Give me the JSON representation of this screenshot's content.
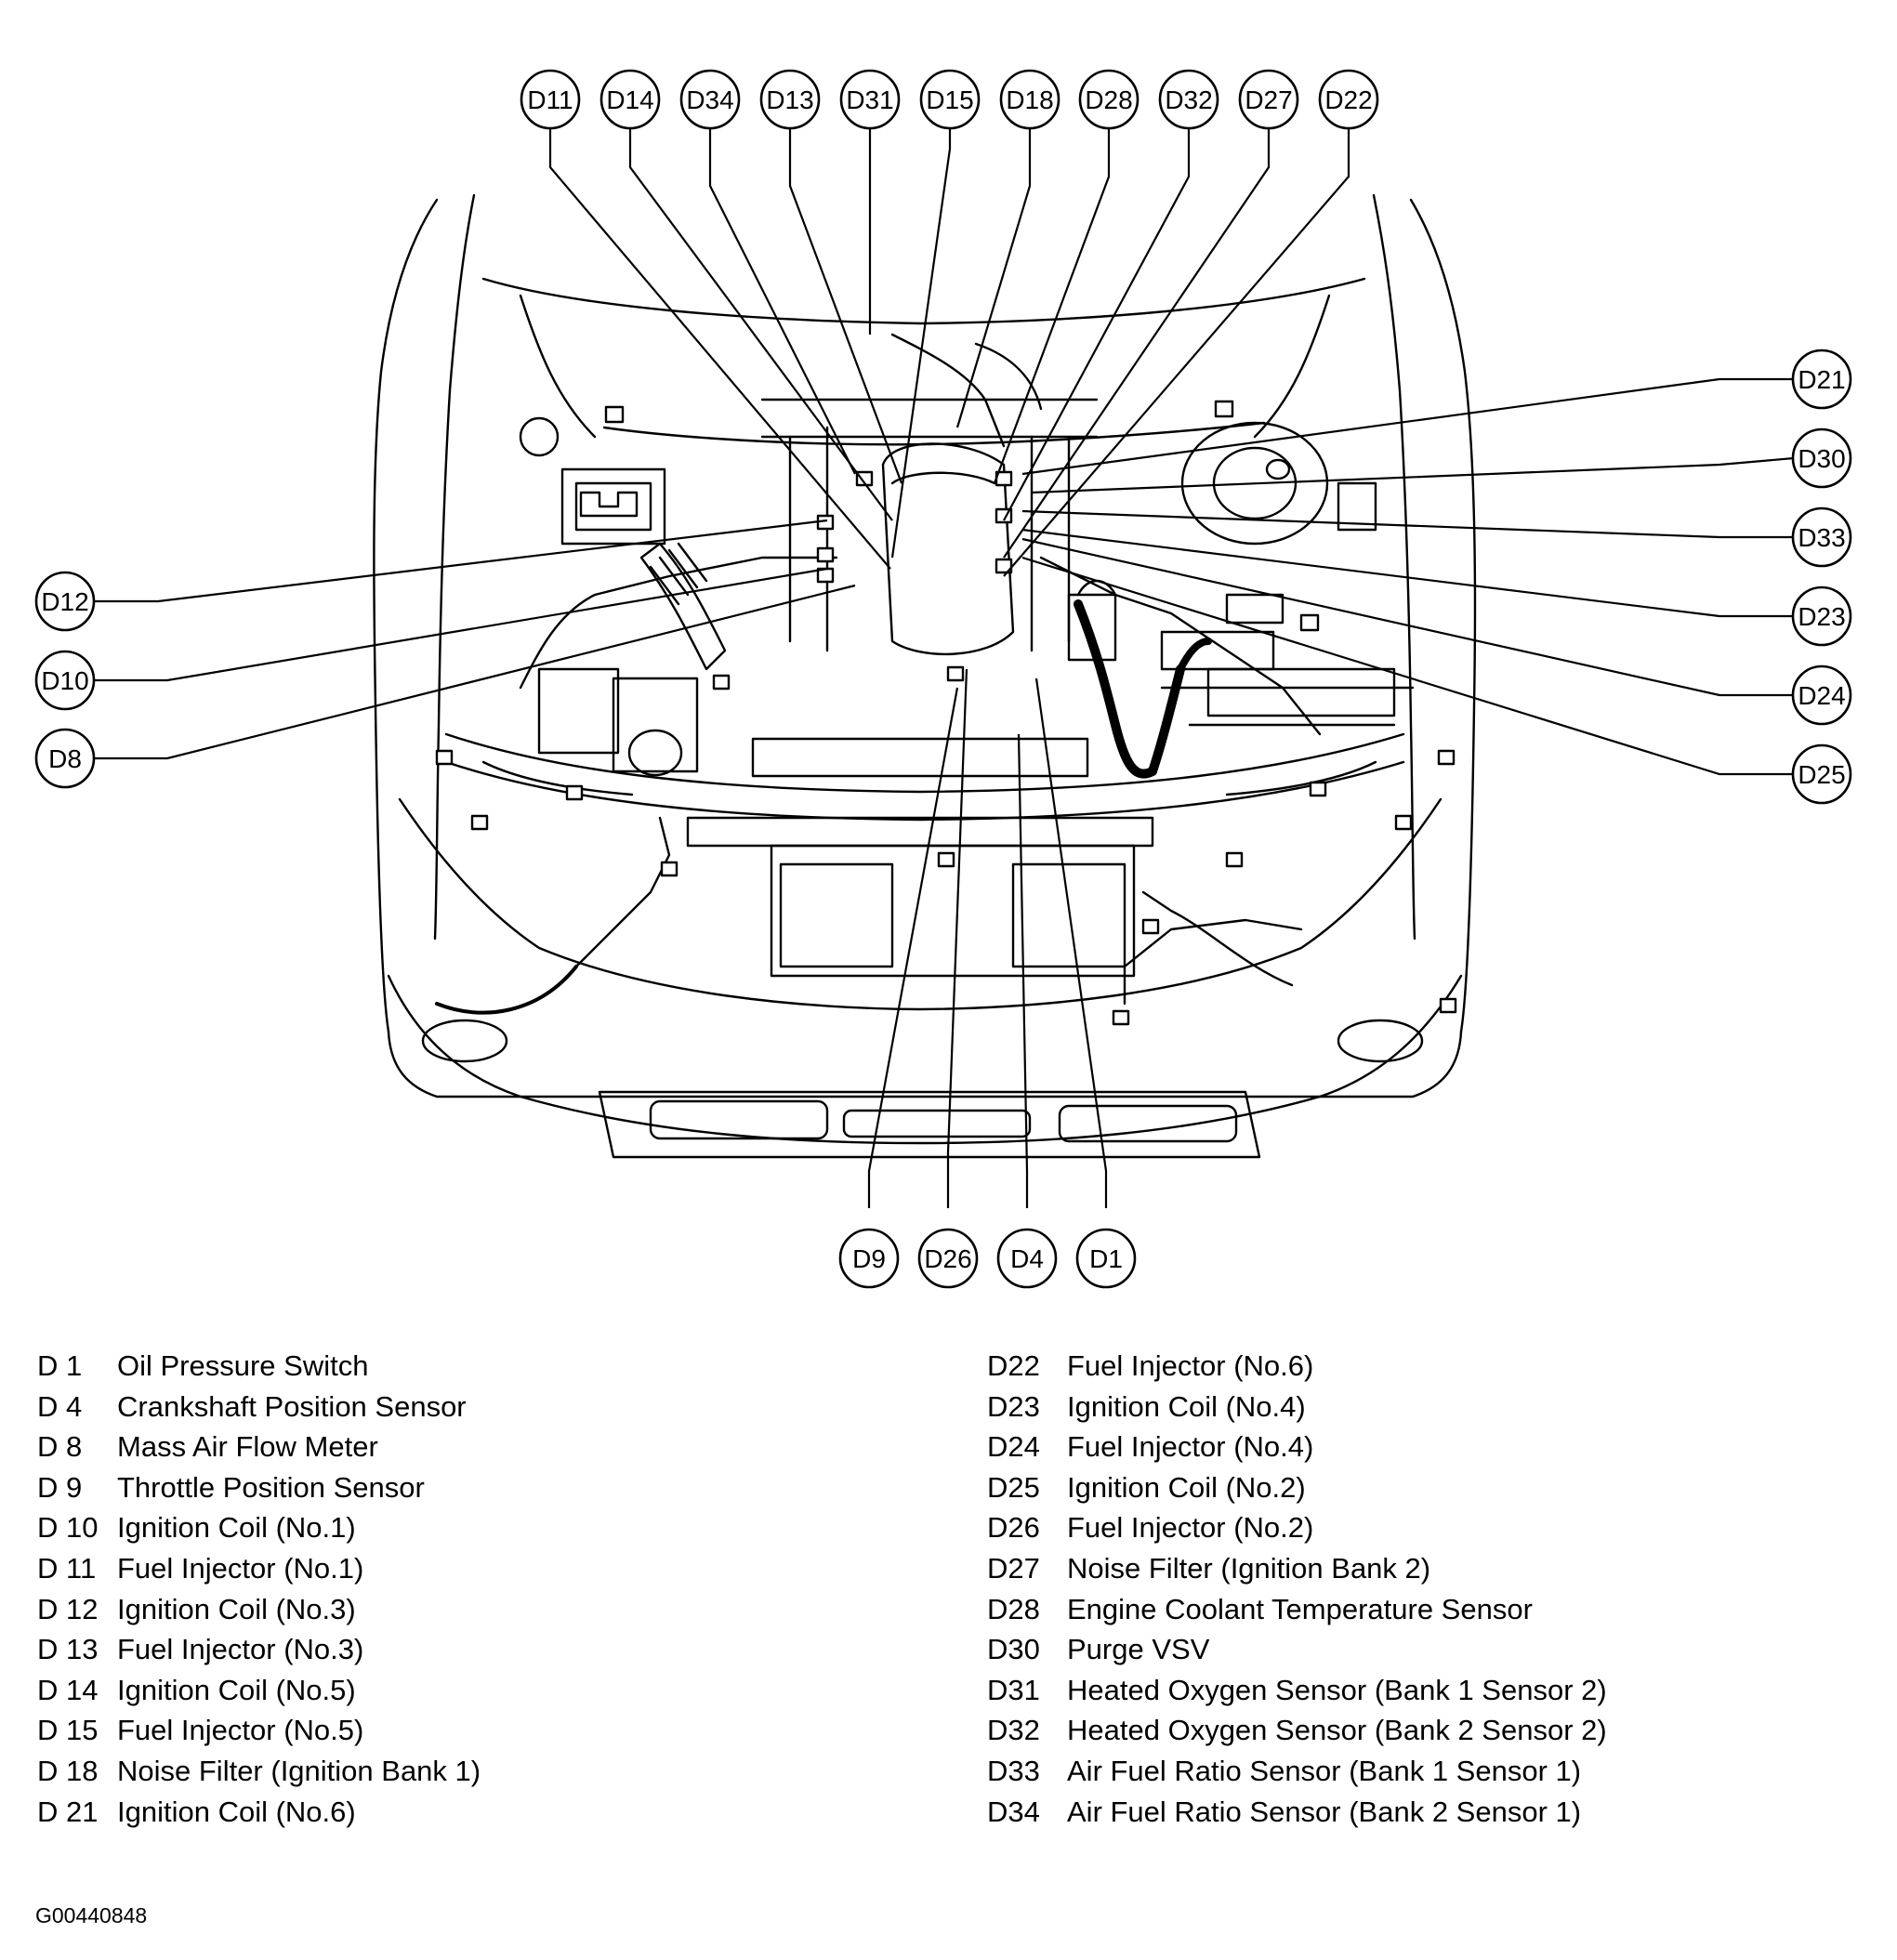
{
  "diagram": {
    "callouts_top": [
      "D11",
      "D14",
      "D34",
      "D13",
      "D31",
      "D15",
      "D18",
      "D28",
      "D32",
      "D27",
      "D22"
    ],
    "callouts_right": [
      "D21",
      "D30",
      "D33",
      "D23",
      "D24",
      "D25"
    ],
    "callouts_left": [
      "D12",
      "D10",
      "D8"
    ],
    "callouts_bottom": [
      "D9",
      "D26",
      "D4",
      "D1"
    ]
  },
  "legend": {
    "left": [
      {
        "code": "D  1",
        "desc": "Oil Pressure Switch"
      },
      {
        "code": "D  4",
        "desc": "Crankshaft Position Sensor"
      },
      {
        "code": "D  8",
        "desc": "Mass Air Flow Meter"
      },
      {
        "code": "D  9",
        "desc": "Throttle Position Sensor"
      },
      {
        "code": "D 10",
        "desc": "Ignition Coil (No.1)"
      },
      {
        "code": "D 11",
        "desc": "Fuel Injector (No.1)"
      },
      {
        "code": "D 12",
        "desc": "Ignition Coil (No.3)"
      },
      {
        "code": "D 13",
        "desc": "Fuel Injector (No.3)"
      },
      {
        "code": "D 14",
        "desc": "Ignition Coil (No.5)"
      },
      {
        "code": "D 15",
        "desc": "Fuel Injector (No.5)"
      },
      {
        "code": "D 18",
        "desc": "Noise Filter (Ignition Bank 1)"
      },
      {
        "code": "D 21",
        "desc": "Ignition Coil (No.6)"
      }
    ],
    "right": [
      {
        "code": "D22",
        "desc": "Fuel Injector (No.6)"
      },
      {
        "code": "D23",
        "desc": "Ignition Coil (No.4)"
      },
      {
        "code": "D24",
        "desc": "Fuel Injector (No.4)"
      },
      {
        "code": "D25",
        "desc": "Ignition Coil (No.2)"
      },
      {
        "code": "D26",
        "desc": "Fuel Injector (No.2)"
      },
      {
        "code": "D27",
        "desc": "Noise Filter (Ignition Bank 2)"
      },
      {
        "code": "D28",
        "desc": "Engine Coolant Temperature Sensor"
      },
      {
        "code": "D30",
        "desc": "Purge VSV"
      },
      {
        "code": "D31",
        "desc": "Heated Oxygen Sensor (Bank 1 Sensor 2)"
      },
      {
        "code": "D32",
        "desc": "Heated Oxygen Sensor (Bank 2 Sensor 2)"
      },
      {
        "code": "D33",
        "desc": "Air Fuel Ratio Sensor (Bank 1 Sensor 1)"
      },
      {
        "code": "D34",
        "desc": "Air Fuel Ratio Sensor (Bank 2 Sensor 1)"
      }
    ]
  },
  "figure_id": "G00440848"
}
